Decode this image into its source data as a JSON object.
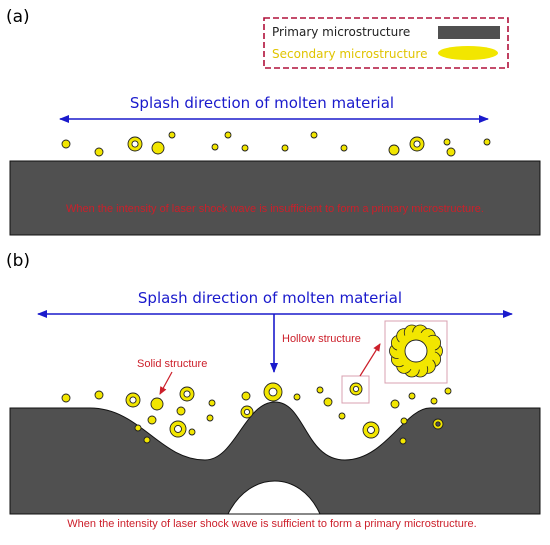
{
  "panel_a": {
    "label": "(a)",
    "splash_label": "Splash direction of molten material",
    "caption": "When the intensity of laser shock wave is insufficient to form a primary microstructure."
  },
  "panel_b": {
    "label": "(b)",
    "splash_label": "Splash direction of molten material",
    "solid_label": "Solid structure",
    "hollow_label": "Hollow structure",
    "caption": "When the intensity of laser shock wave is sufficient to form a primary microstructure."
  },
  "legend": {
    "primary_label": "Primary microstructure",
    "secondary_label": "Secondary microstructure"
  },
  "colors": {
    "primary": "#505050",
    "secondary": "#f2e600",
    "arrow": "#1a1acc",
    "annotation": "#cc1f2a",
    "legend_border": "#b0103a"
  }
}
